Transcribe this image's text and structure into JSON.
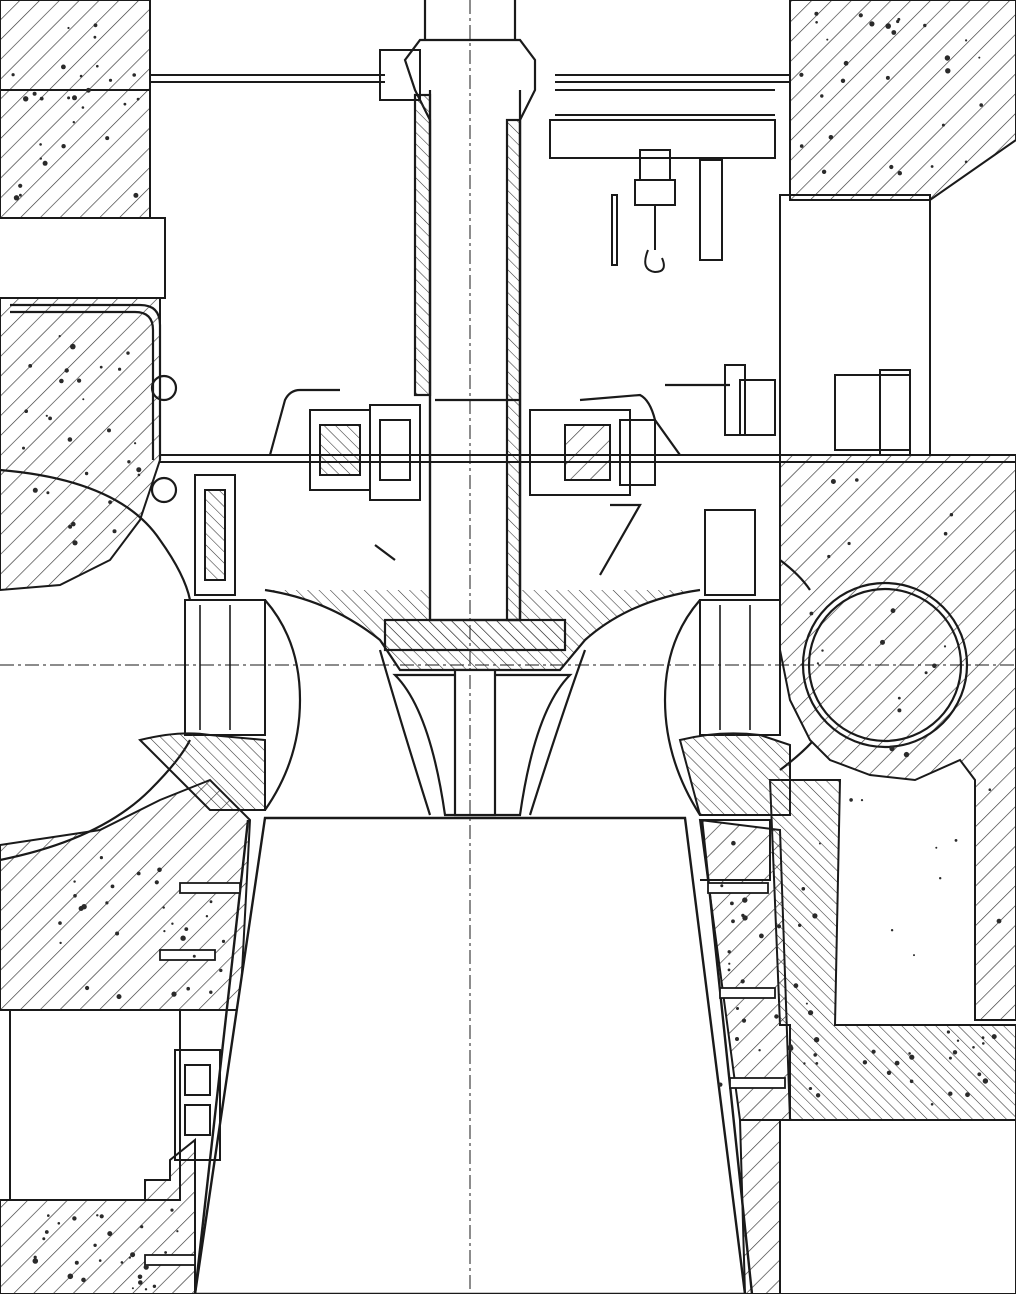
{
  "drawing": {
    "colors": {
      "paper": "#ffffff",
      "ink": "#1a1a1a",
      "hatch": "#333333",
      "speckle": "#2a2a2a"
    },
    "components": [
      "concrete-foundation-left",
      "concrete-foundation-right",
      "spiral-casing",
      "stay-ring",
      "wicket-gates",
      "runner",
      "main-shaft",
      "guide-bearing",
      "thrust-bearing",
      "draft-tube-cone",
      "servomotor",
      "overhead-crane-hoist",
      "generator-floor-beam",
      "oil-pipework",
      "access-gallery"
    ]
  }
}
